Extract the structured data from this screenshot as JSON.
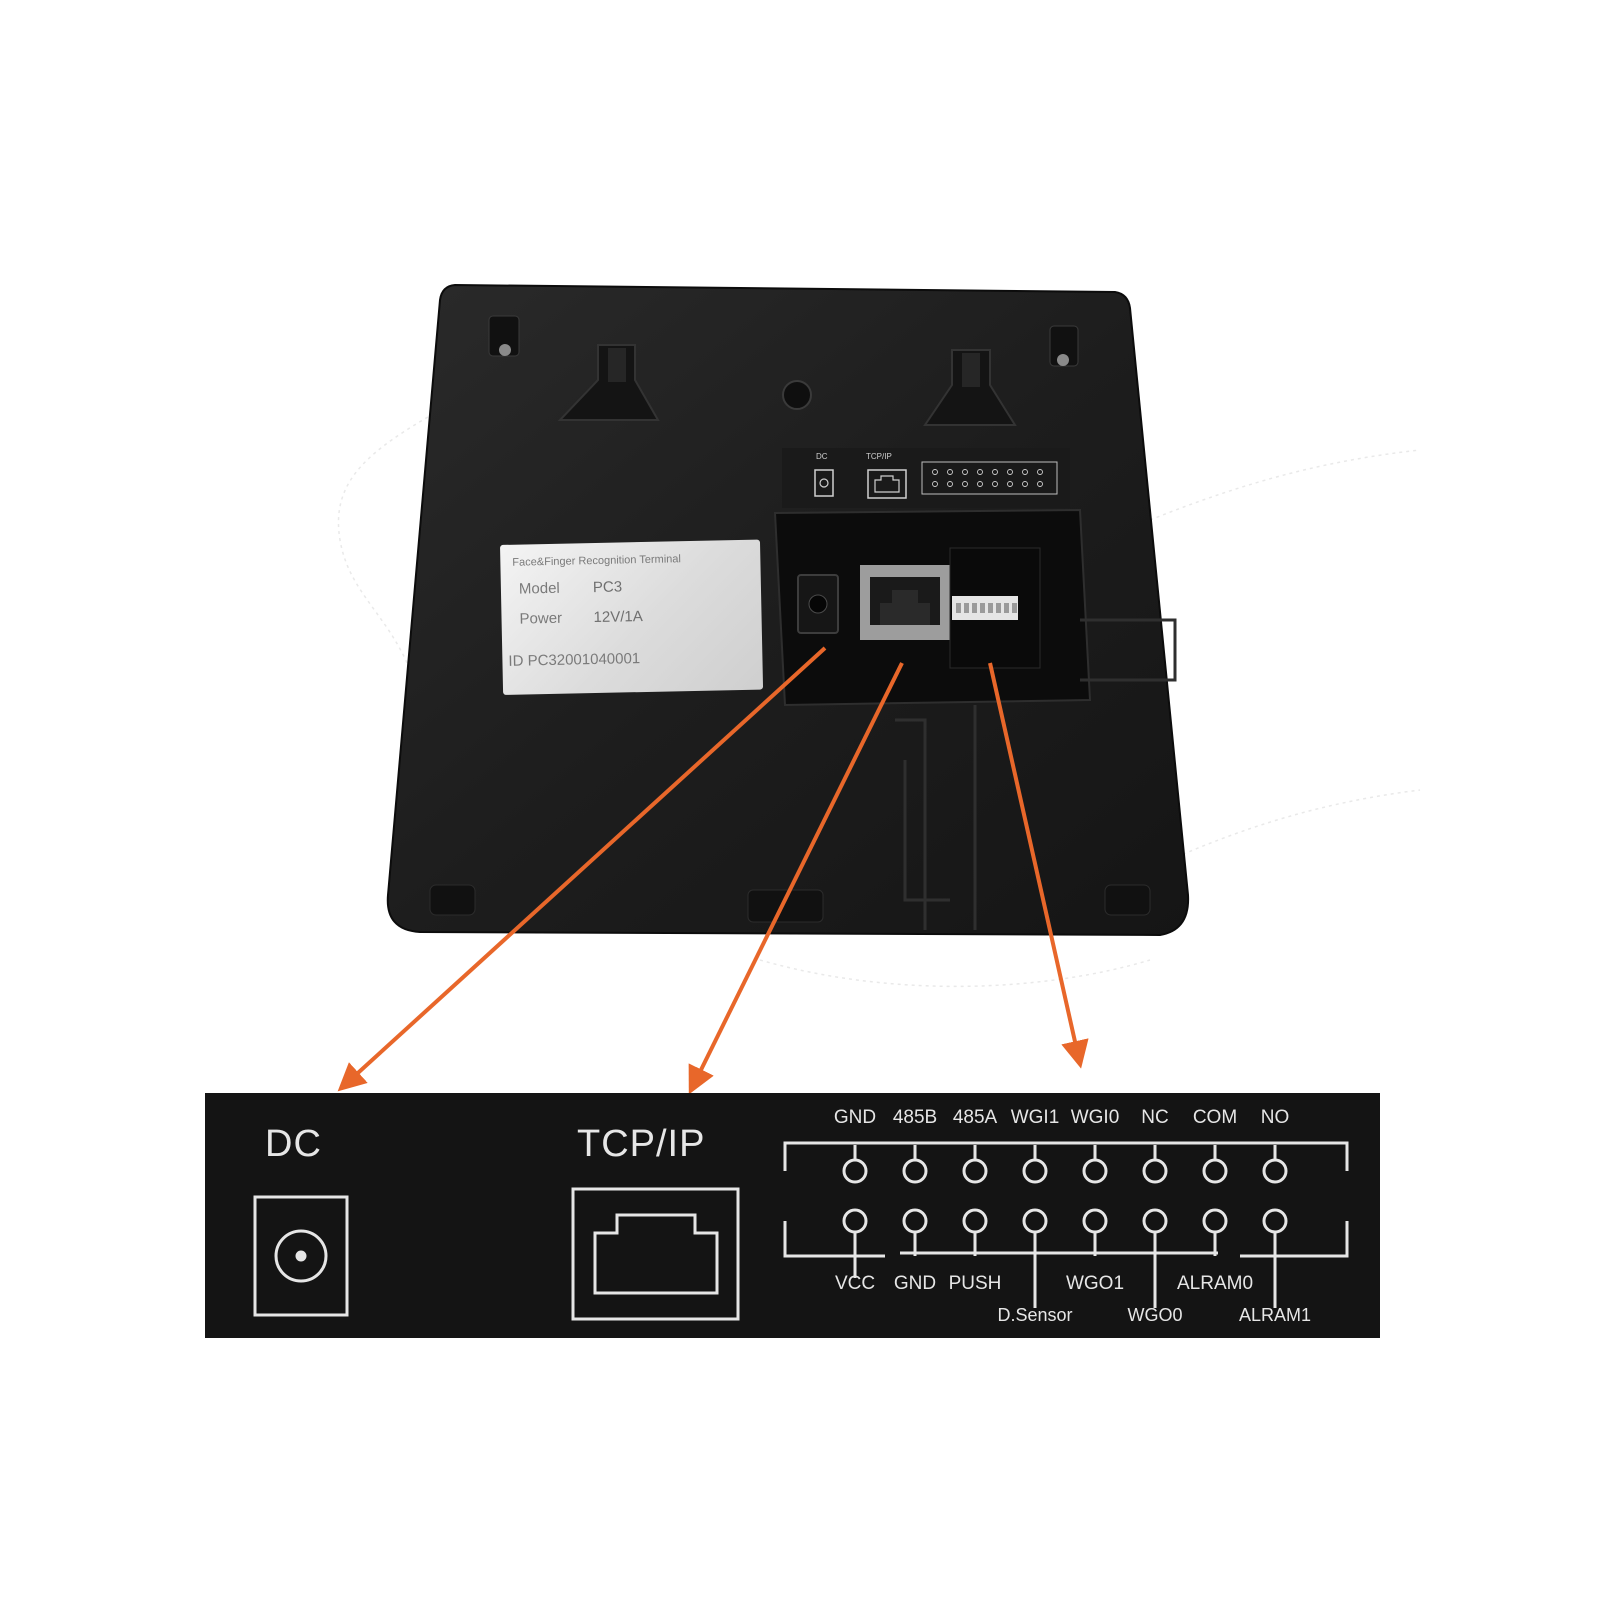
{
  "device_label": {
    "title": "Face&Finger Recognition Terminal",
    "rows": [
      {
        "key": "Model",
        "value": "PC3"
      },
      {
        "key": "Power",
        "value": "12V/1A"
      }
    ],
    "id_line": "ID PC32001040001"
  },
  "back_panel": {
    "dc_label": "DC",
    "tcp_label": "TCP/IP"
  },
  "diagram": {
    "dc_label": "DC",
    "tcp_label": "TCP/IP",
    "top_pins": [
      "GND",
      "485B",
      "485A",
      "WGI1",
      "WGI0",
      "NC",
      "COM",
      "NO"
    ],
    "bottom_row1": [
      "VCC",
      "GND",
      "PUSH",
      "WGO1",
      "ALRAM0"
    ],
    "bottom_row2": [
      "D.Sensor",
      "WGO0",
      "ALRAM1"
    ]
  },
  "colors": {
    "device_body": "#1f1f1f",
    "arrow": "#e8672a",
    "bar_bg": "#141414",
    "bar_line": "#e6e6e6"
  }
}
